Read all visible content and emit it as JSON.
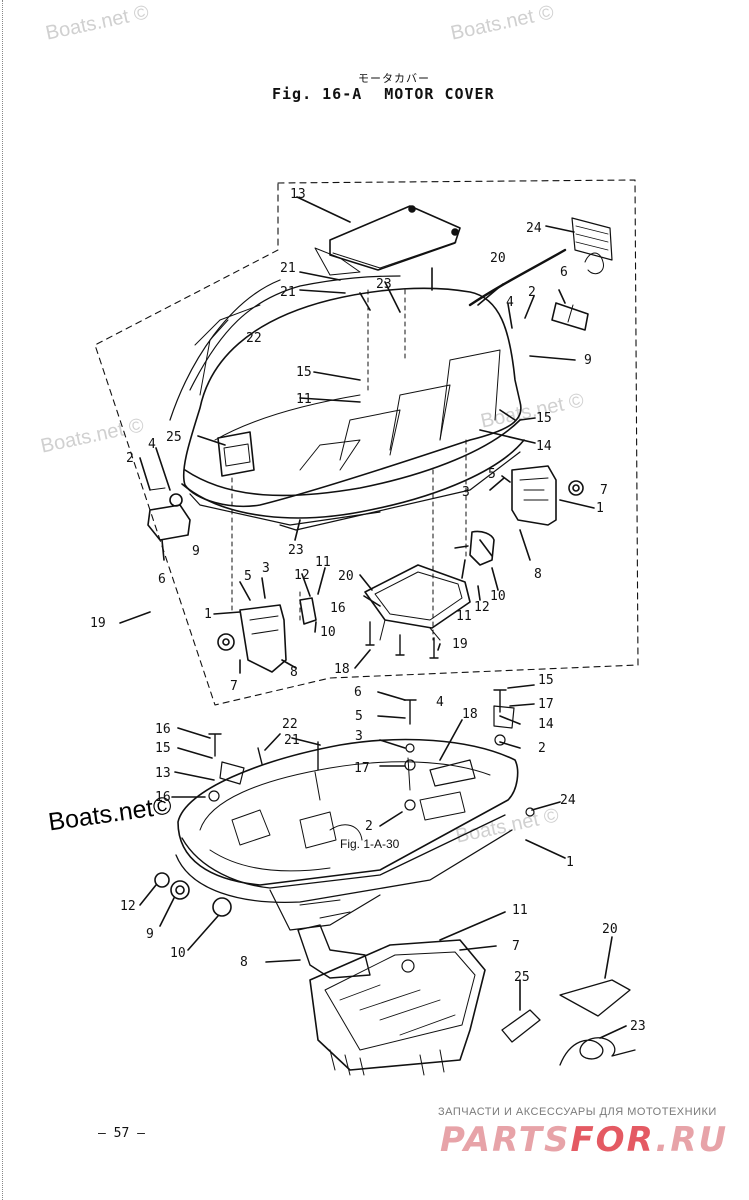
{
  "header": {
    "japanese_title": "モータカバー",
    "figure_number": "Fig. 16-A",
    "figure_title": "MOTOR COVER"
  },
  "watermarks": {
    "small": "Boats.net ©",
    "large": "Boats.net©"
  },
  "reference": "Fig. 1-A-30",
  "page_number": "— 57 —",
  "footer": {
    "tagline": "ЗАПЧАСТИ И АКСЕССУАРЫ ДЛЯ МОТОТЕХНИКИ",
    "logo_part1": "PARTS",
    "logo_part2": "FOR",
    "logo_part3": ".RU"
  },
  "callouts": {
    "upper": [
      "13",
      "20",
      "21",
      "22",
      "20",
      "21",
      "23",
      "24",
      "6",
      "2",
      "4",
      "9",
      "15",
      "11",
      "25",
      "4",
      "15",
      "14",
      "2",
      "5",
      "7",
      "3",
      "1",
      "6",
      "9",
      "23",
      "8",
      "11",
      "20",
      "12",
      "16",
      "11",
      "5",
      "3",
      "10",
      "12",
      "10",
      "1",
      "19",
      "8",
      "7",
      "18",
      "19"
    ],
    "lower": [
      "15",
      "6",
      "4",
      "17",
      "5",
      "3",
      "18",
      "14",
      "22",
      "21",
      "16",
      "15",
      "17",
      "2",
      "24",
      "13",
      "16",
      "2",
      "1",
      "12",
      "9",
      "10",
      "11",
      "8",
      "7",
      "20",
      "25",
      "23"
    ]
  }
}
